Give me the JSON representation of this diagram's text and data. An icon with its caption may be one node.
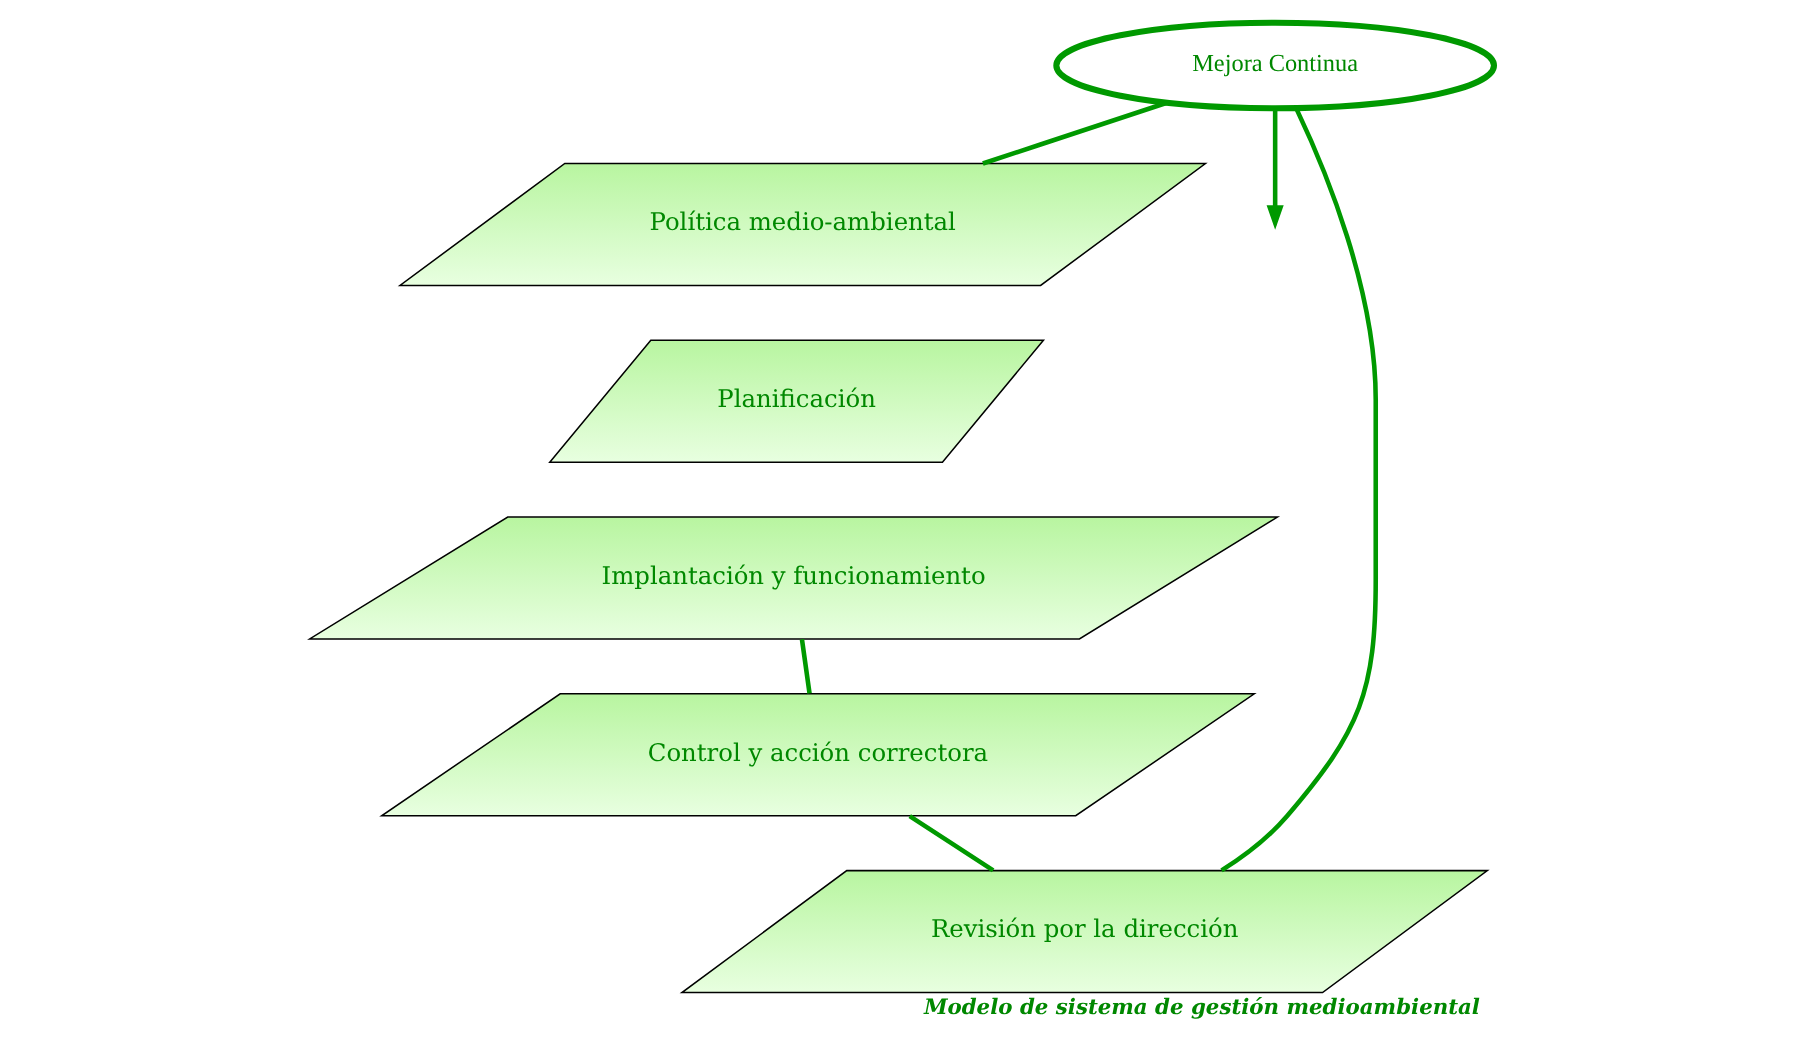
{
  "diagram": {
    "caption": "Modelo de sistema de gestión medioambiental",
    "nodes": [
      {
        "text": [
          "Mejora Continua"
        ]
      },
      {
        "text": [
          "Política medio-ambiental"
        ]
      },
      {
        "text": [
          "Planificación"
        ]
      },
      {
        "text": [
          "Implantación y funcionamiento"
        ]
      },
      {
        "text": [
          "Control y acción correctora"
        ]
      },
      {
        "text": [
          "Revisión por la dirección"
        ]
      }
    ],
    "edges": [
      {
        "from": 0,
        "to": null,
        "arrow": "to"
      },
      {
        "from": 0,
        "to": 1,
        "arrow": "none"
      },
      {
        "from": 3,
        "to": 4,
        "arrow": "none"
      },
      {
        "from": 4,
        "to": 5,
        "arrow": "none"
      },
      {
        "from": 5,
        "to": 0,
        "arrow": "none"
      }
    ]
  }
}
